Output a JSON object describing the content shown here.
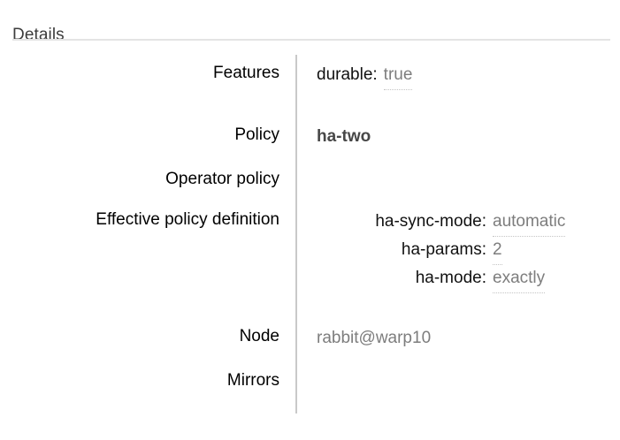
{
  "section": {
    "heading": "Details"
  },
  "details": {
    "rows": [
      {
        "label": "Features",
        "kind": "kv",
        "aligned": false,
        "pairs": [
          {
            "key": "durable:",
            "value": "true"
          }
        ]
      },
      {
        "label": "Policy",
        "kind": "strong",
        "value": "ha-two"
      },
      {
        "label": "Operator policy",
        "kind": "empty",
        "value": ""
      },
      {
        "label": "Effective policy definition",
        "kind": "kv",
        "aligned": true,
        "pairs": [
          {
            "key": "ha-sync-mode:",
            "value": "automatic"
          },
          {
            "key": "ha-params:",
            "value": "2"
          },
          {
            "key": "ha-mode:",
            "value": "exactly"
          }
        ]
      },
      {
        "label": "Node",
        "kind": "plain",
        "value": "rabbit@warp10"
      },
      {
        "label": "Mirrors",
        "kind": "empty",
        "value": ""
      }
    ]
  },
  "colors": {
    "page_background": "#ffffff",
    "heading_text": "#3c3c3c",
    "rule": "#e4e4e4",
    "divider": "#c9c9c9",
    "label_text": "#000000",
    "key_text": "#111111",
    "value_text": "#7d7d7d",
    "value_underline": "#c4c4c4",
    "strong_value_text": "#474747"
  }
}
